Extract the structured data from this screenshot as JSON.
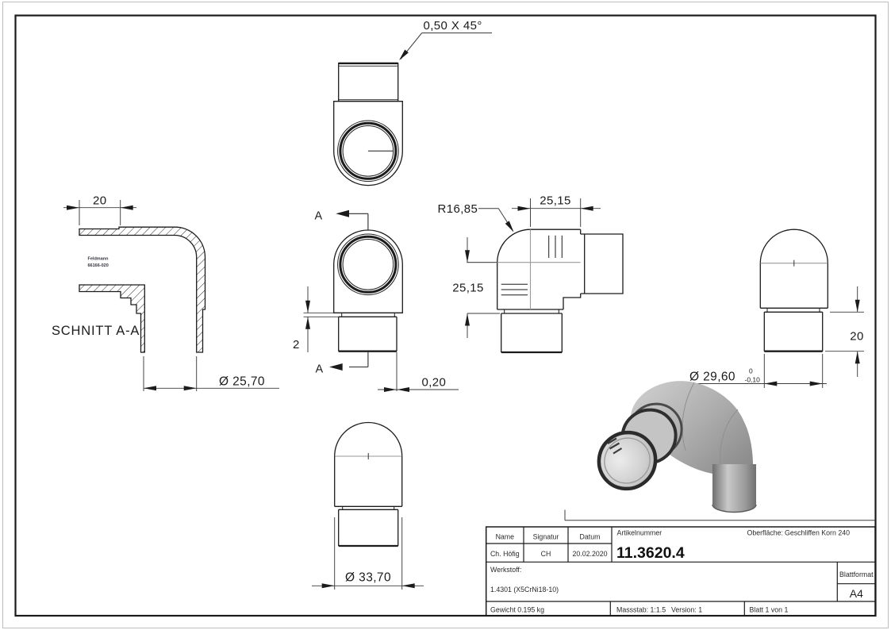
{
  "annotations": {
    "chamfer": "0,50 X 45°",
    "section_label": "SCHNITT A-A",
    "section_letter_top": "A",
    "section_letter_bottom": "A",
    "stamp_line1": "Feldmann",
    "stamp_line2": "66166-020",
    "dim_left_20": "20",
    "dim_left_dia": "Ø 25,70",
    "dim_front_2": "2",
    "dim_front_020": "0,20",
    "radius": "R16,85",
    "dim_elbow_h": "25,15",
    "dim_elbow_v": "25,15",
    "dim_right_dia": "Ø 29,60",
    "tol_upper": "0",
    "tol_lower": "-0,10",
    "dim_right_20": "20",
    "dim_bottom_dia": "Ø 33,70"
  },
  "title_block": {
    "name_label": "Name",
    "signatur_label": "Signatur",
    "datum_label": "Datum",
    "name_value": "Ch. Höfig",
    "signatur_value": "CH",
    "datum_value": "20.02.2020",
    "artikelnummer_label": "Artikelnummer",
    "artikelnummer_value": "11.3620.4",
    "oberflaeche_label": "Oberfläche:",
    "oberflaeche_value": "Geschliffen Korn 240",
    "werkstoff_label": "Werkstoff:",
    "werkstoff_value": "1.4301 (X5CrNi18-10)",
    "blattformat_label": "Blattformat",
    "blattformat_value": "A4",
    "gewicht": "Gewicht 0.195 kg",
    "massstab": "Massstab: 1:1.5",
    "version": "Version: 1",
    "blatt": "Blatt 1 von 1"
  }
}
